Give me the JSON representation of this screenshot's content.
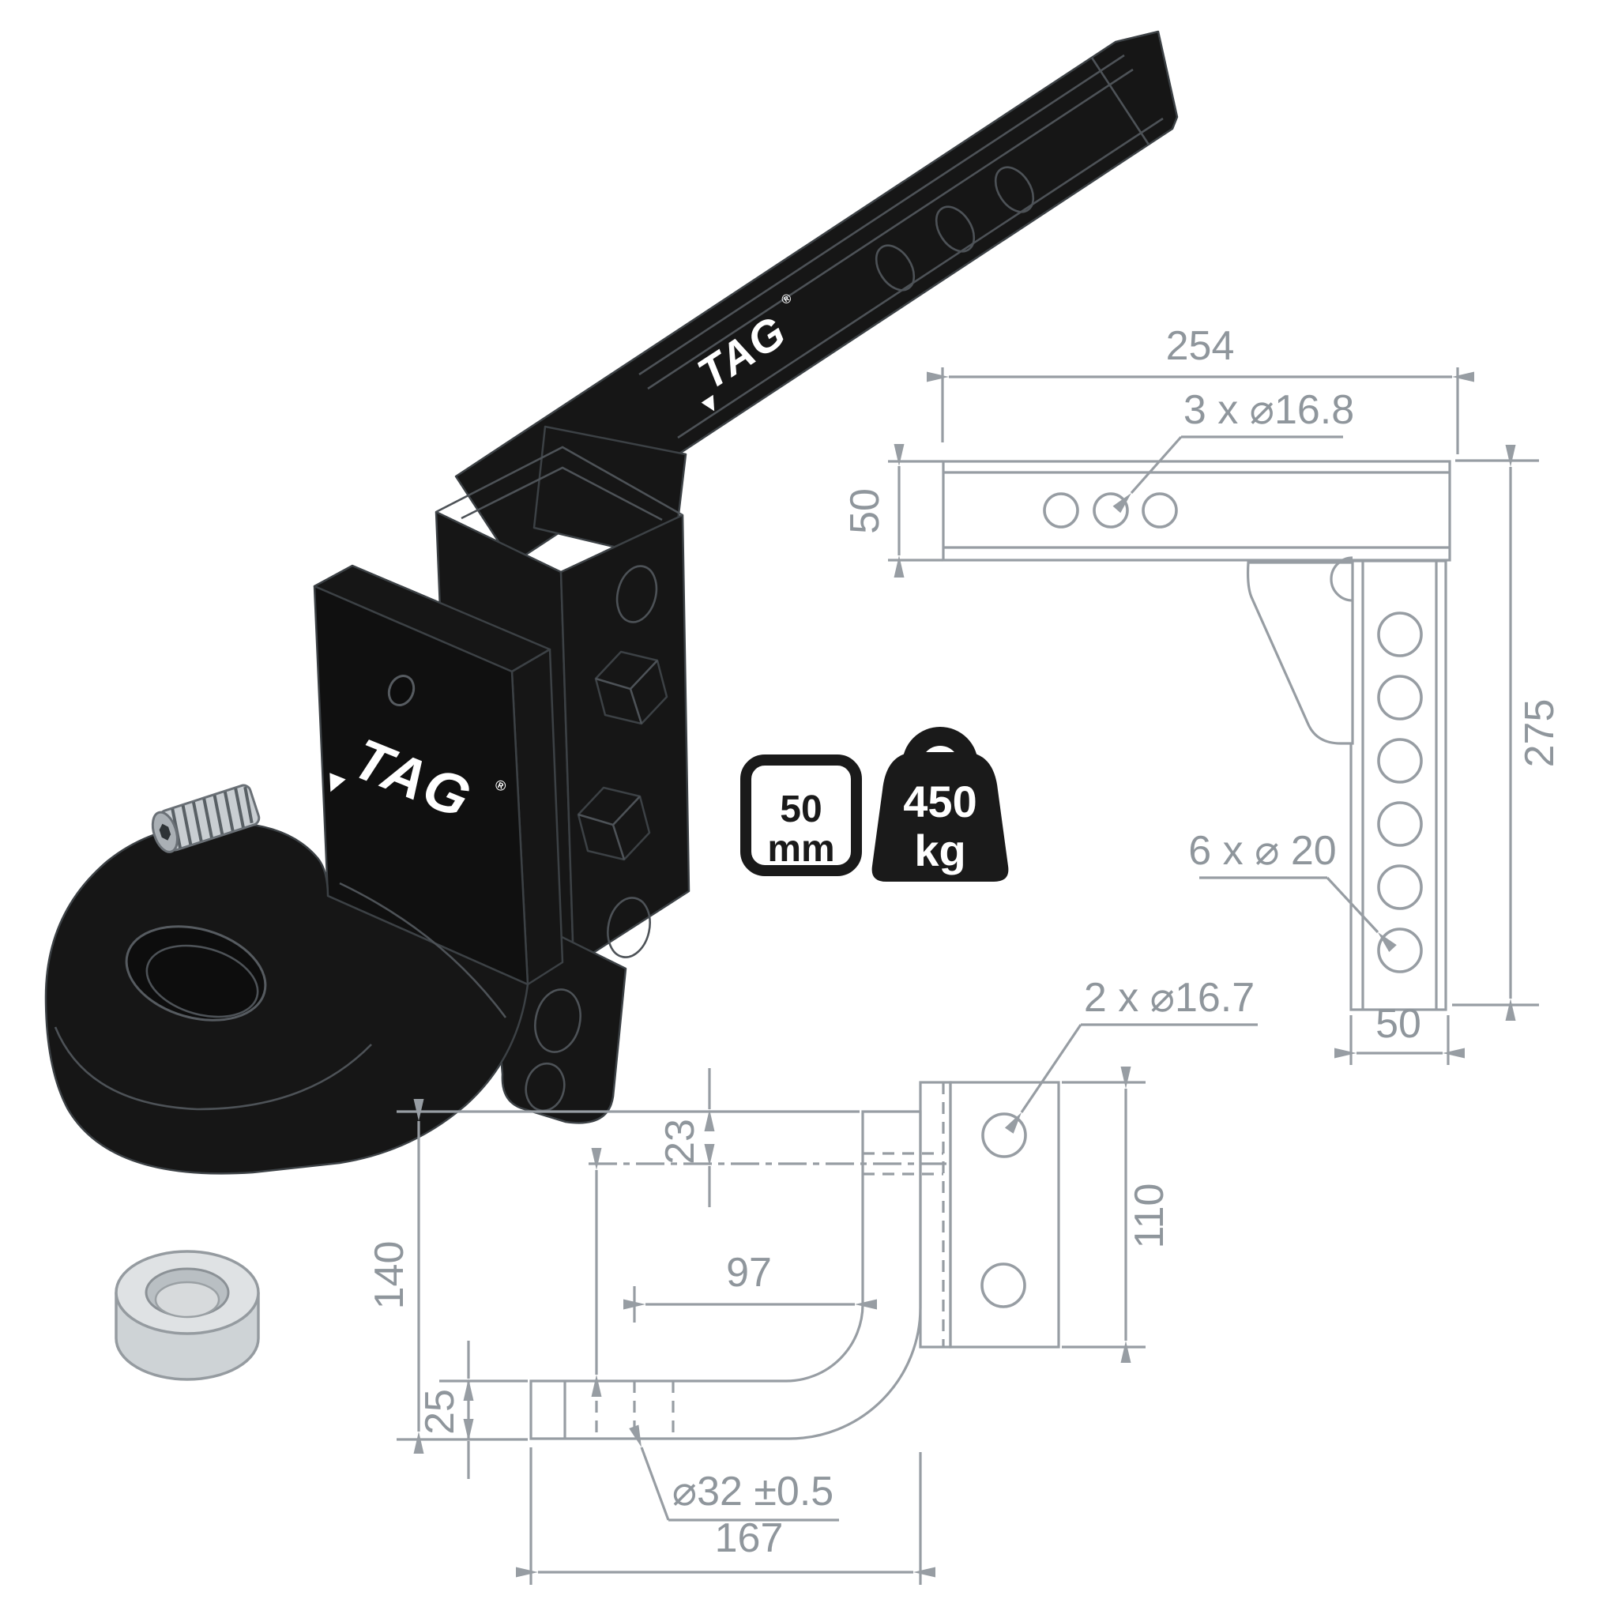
{
  "brand": {
    "logo": "TAG",
    "registered": "®"
  },
  "spec_badges": {
    "hitch_size": {
      "value": "50",
      "unit": "mm"
    },
    "load_capacity": {
      "value": "450",
      "unit": "kg"
    }
  },
  "side_view_drawing": {
    "overall_length": "254",
    "shank_hole_callout": "3 x ⌀16.8",
    "tube_height": "50",
    "drop_height": "275",
    "channel_hole_callout": "6 x ⌀ 20",
    "channel_width": "50"
  },
  "tongue_drawing": {
    "pin_hole_callout": "2 x ⌀16.7",
    "top_offset": "23",
    "overall_drop": "140",
    "ball_to_upright": "97",
    "pin_hole_spacing": "110",
    "tongue_thickness": "25",
    "bar_diameter": "⌀32 ±0.5",
    "tongue_length": "167"
  },
  "colors": {
    "background": "#ffffff",
    "product_black": "#161616",
    "drawing_line": "#979da3",
    "logo_white": "#ffffff"
  }
}
